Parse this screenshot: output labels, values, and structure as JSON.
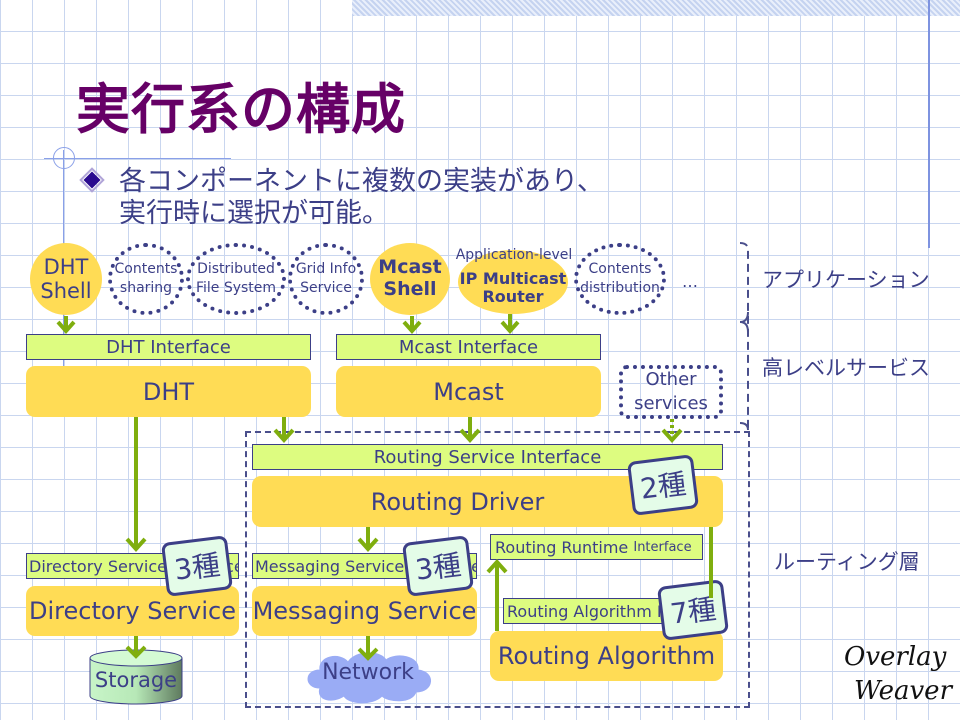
{
  "slide": {
    "title": "実行系の構成",
    "bullet": {
      "line1": "各コンポーネントに複数の実装があり、",
      "line2": "実行時に選択が可能。"
    },
    "logo": {
      "line1": "Overlay",
      "line2": "Weaver"
    }
  },
  "layers": {
    "application": "アプリケーション",
    "high_level_services": "高レベルサービス",
    "routing_layer": "ルーティング層"
  },
  "applications": {
    "dht_shell": {
      "line1": "DHT",
      "line2": "Shell"
    },
    "contents_sharing": {
      "line1": "Contents",
      "line2": "sharing"
    },
    "distributed_fs": {
      "line1": "Distributed",
      "line2": "File System"
    },
    "grid_info": {
      "line1": "Grid Info",
      "line2": "Service"
    },
    "mcast_shell": {
      "line1": "Mcast",
      "line2": "Shell"
    },
    "ip_multicast": {
      "caption": "Application-level",
      "line1": "IP Multicast",
      "line2": "Router"
    },
    "contents_distribution": {
      "line1": "Contents",
      "line2": "distribution"
    },
    "ellipsis": "…"
  },
  "services": {
    "dht_interface": "DHT Interface",
    "dht": "DHT",
    "mcast_interface": "Mcast Interface",
    "mcast": "Mcast",
    "other_services": {
      "line1": "Other",
      "line2": "services"
    }
  },
  "routing": {
    "routing_service_interface": "Routing Service Interface",
    "routing_driver": "Routing Driver",
    "routing_driver_variants": "2種",
    "directory_service_interface": "Directory Service Interface",
    "directory_service": "Directory Service",
    "directory_service_variants": "3種",
    "messaging_service_interface": "Messaging Service Interface",
    "messaging_service": "Messaging Service",
    "messaging_service_variants": "3種",
    "routing_runtime_interface_bold": "Routing Runtime",
    "routing_runtime_interface_rest": "Interface",
    "routing_algorithm_interface": "Routing Algorithm Interface",
    "routing_algorithm": "Routing Algorithm",
    "routing_algorithm_variants": "7種",
    "storage": "Storage",
    "network": "Network"
  },
  "colors": {
    "title": "#660066",
    "text": "#3c3f87",
    "block_fill": "#ffdc55",
    "interface_fill": "#ddfc80",
    "arrow": "#7fae0e",
    "badge_fill": "#e4fce8",
    "network_cloud": "#9aacf5",
    "storage_fill": "#c8f5c8"
  }
}
